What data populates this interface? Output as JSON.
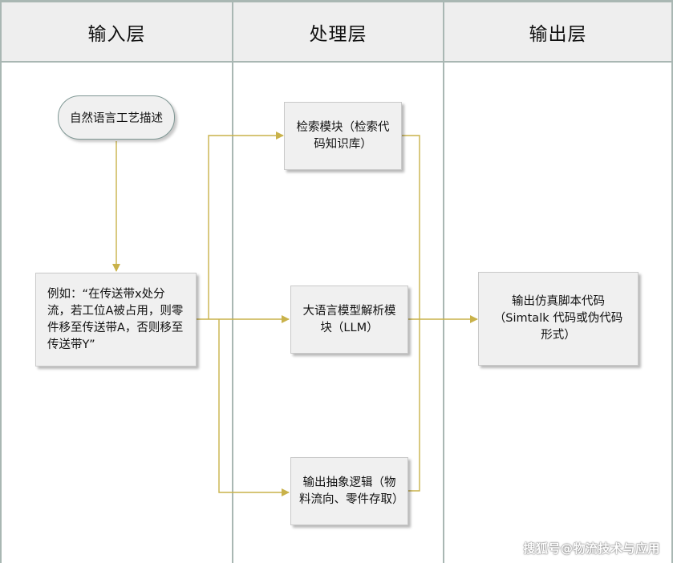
{
  "lanes": {
    "input": "输入层",
    "process": "处理层",
    "output": "输出层"
  },
  "nodes": {
    "start": "自然语言工艺描述",
    "example": "例如：“在传送带x处分流，若工位A被占用，则零件移至传送带A，否则移至传送带Y”",
    "retrieval": "检索模块（检索代码知识库）",
    "llm": "大语言模型解析模块（LLM）",
    "logic": "输出抽象逻辑（物料流向、零件存取）",
    "script": "输出仿真脚本代码（Simtalk 代码或伪代码形式）"
  },
  "watermark": "搜狐号@物流技术与应用",
  "colors": {
    "connector": "#c9b24a",
    "lane_border": "#a9b7b3",
    "header_bg": "#eeeeee",
    "box_bg": "#f0f0f0"
  }
}
